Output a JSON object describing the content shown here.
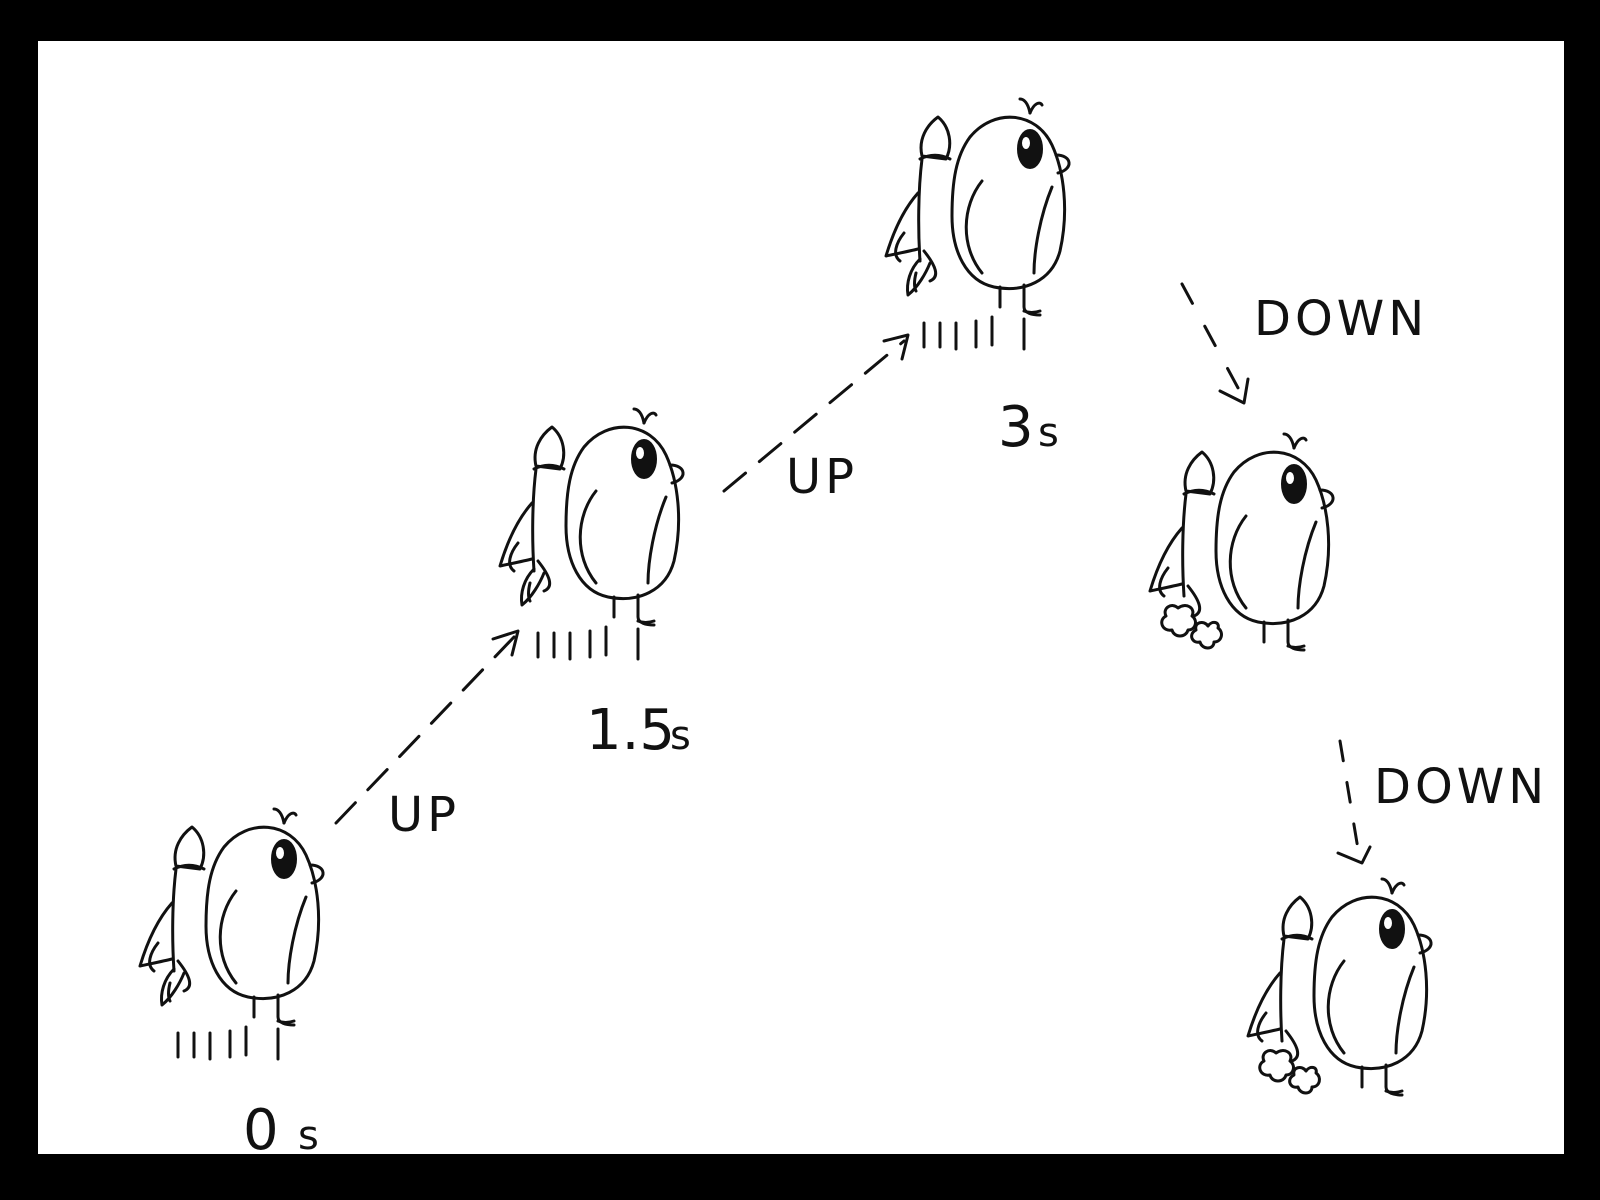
{
  "frames": [
    {
      "time": "0",
      "unit": "s",
      "state": "thrust"
    },
    {
      "time": "1.5",
      "unit": "s",
      "state": "thrust"
    },
    {
      "time": "3",
      "unit": "s",
      "state": "thrust"
    },
    {
      "time": "",
      "unit": "",
      "state": "sputter"
    },
    {
      "time": "",
      "unit": "",
      "state": "sputter"
    }
  ],
  "arrows": [
    {
      "label": "UP",
      "direction": "up"
    },
    {
      "label": "UP",
      "direction": "up"
    },
    {
      "label": "DOWN",
      "direction": "down"
    },
    {
      "label": "DOWN",
      "direction": "down"
    }
  ],
  "colors": {
    "ink": "#111111",
    "paper": "#ffffff",
    "border": "#000000"
  }
}
